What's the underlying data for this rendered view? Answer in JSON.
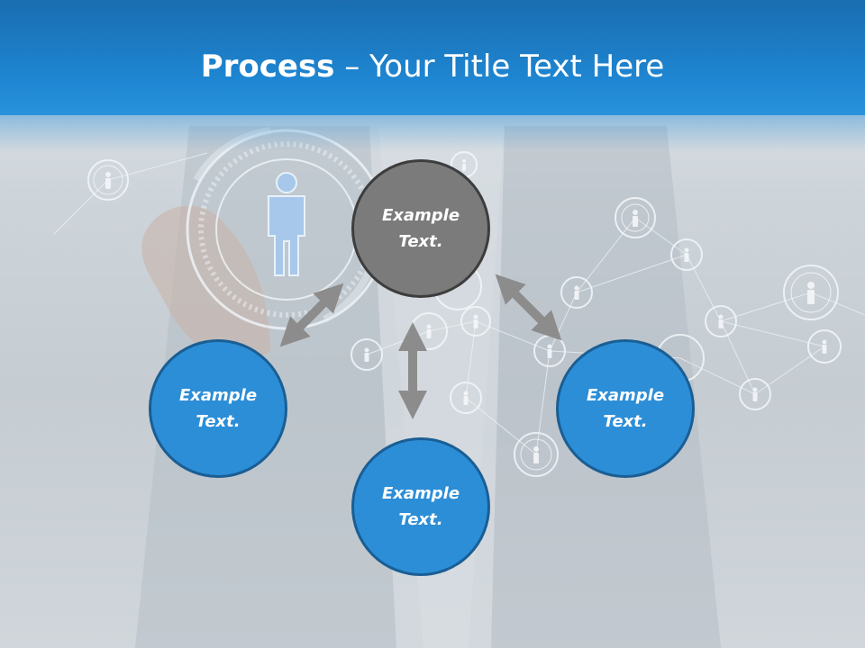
{
  "title": {
    "bold": "Process",
    "rest": " – Your Title Text Here"
  },
  "nodes": {
    "top": {
      "line1": "Example",
      "line2": "Text."
    },
    "left": {
      "line1": "Example",
      "line2": "Text."
    },
    "bottom": {
      "line1": "Example",
      "line2": "Text."
    },
    "right": {
      "line1": "Example",
      "line2": "Text."
    }
  },
  "colors": {
    "title_bar": "#1e86d2",
    "node_blue": "#2c8ed7",
    "node_blue_border": "#1a5e94",
    "node_gray": "#7b7b7b",
    "node_gray_border": "#3d3d3d",
    "arrow": "#8c8c8c"
  }
}
